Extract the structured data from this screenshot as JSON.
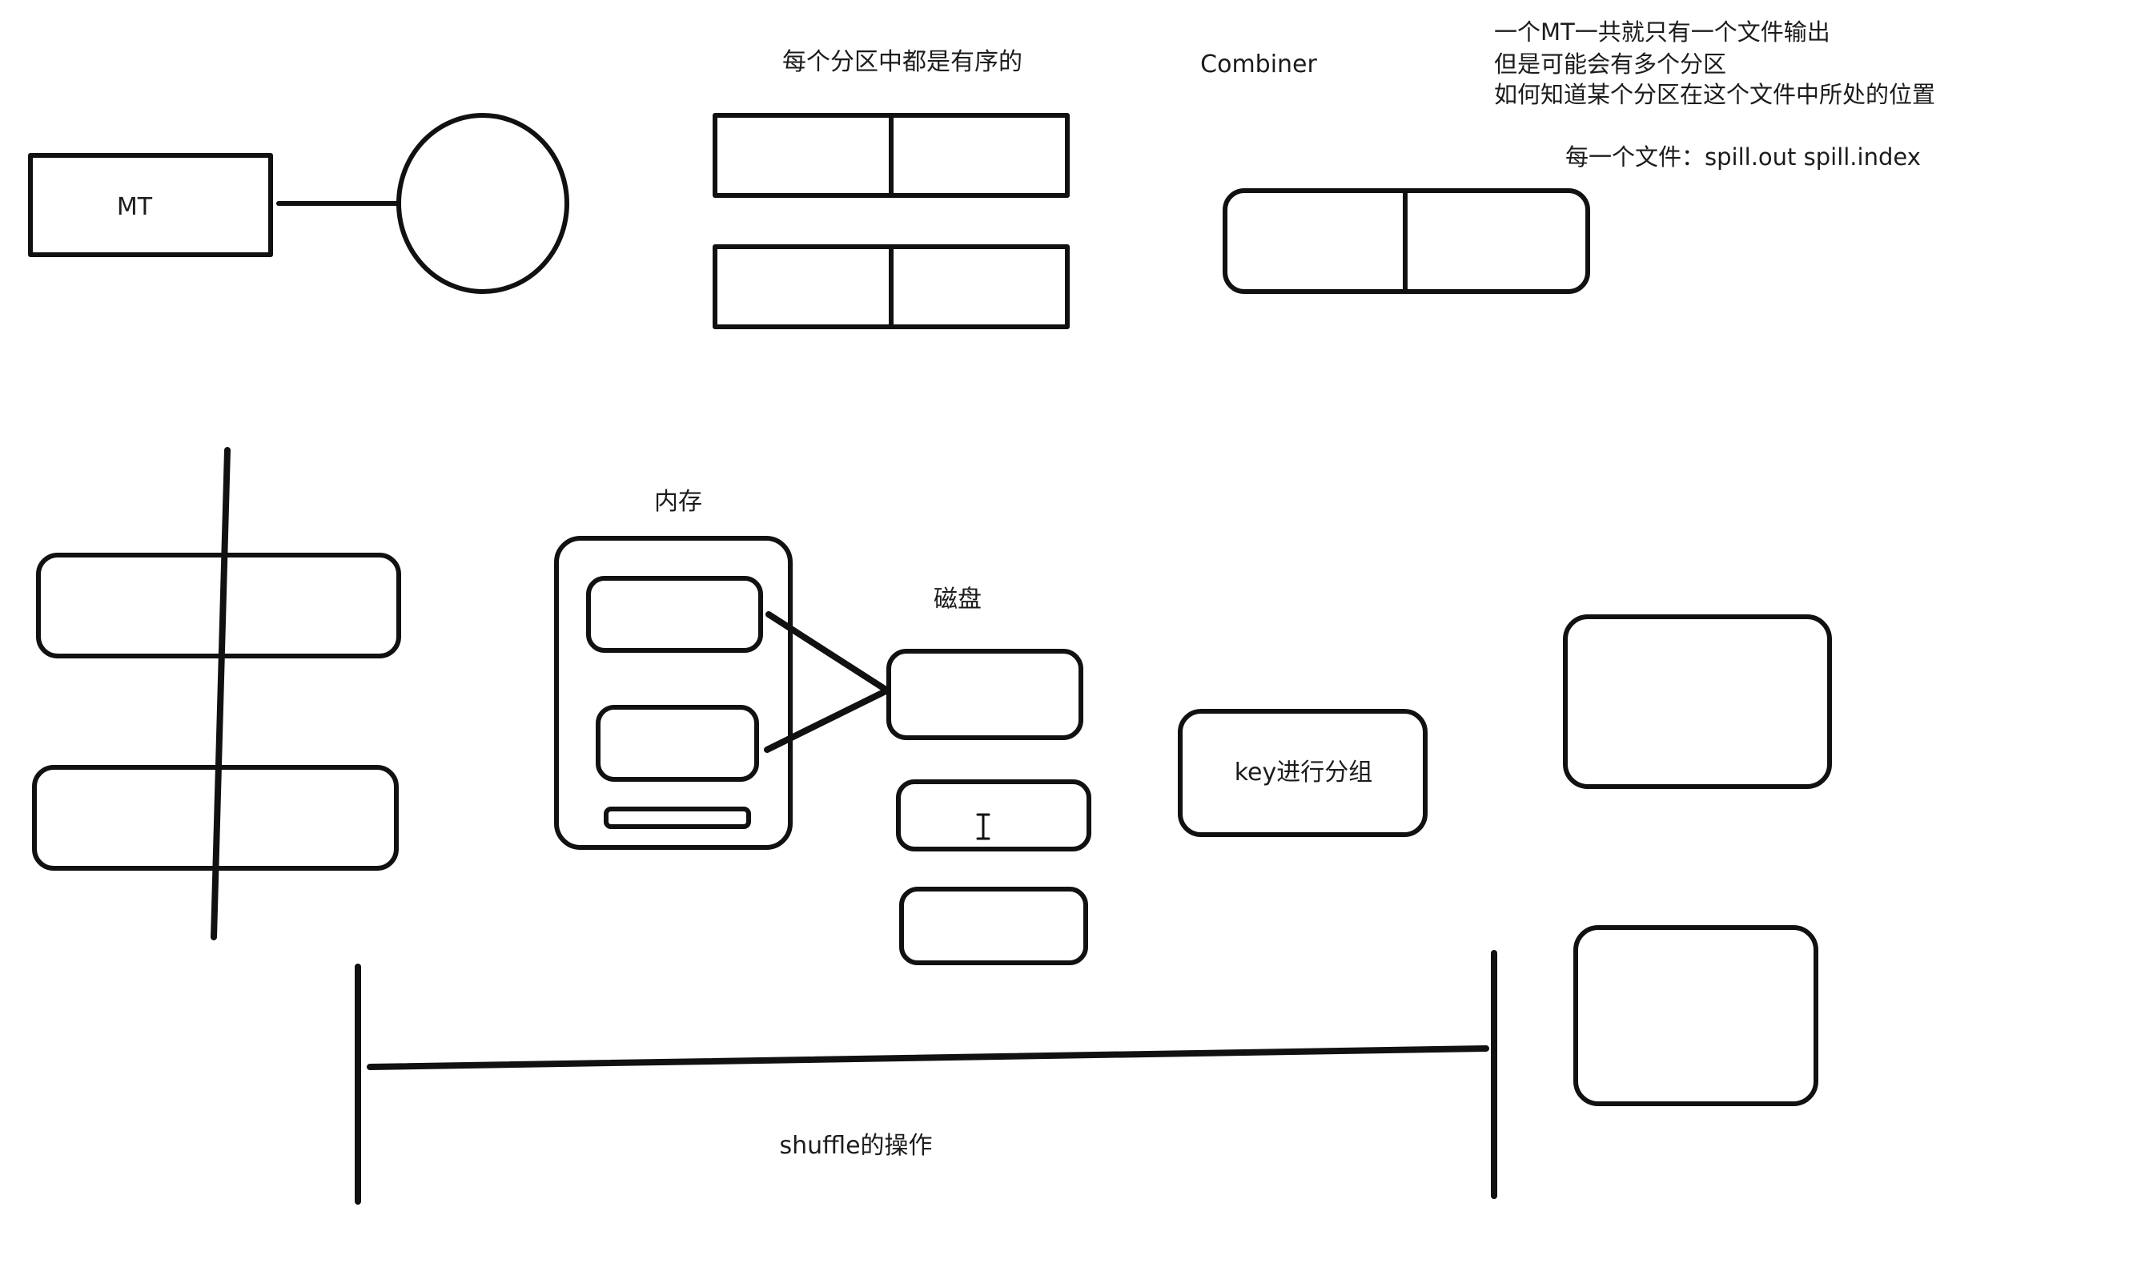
{
  "labels": {
    "mt": "MT",
    "sorted_partitions": "每个分区中都是有序的",
    "combiner": "Combiner",
    "notes": [
      "一个MT一共就只有一个文件输出",
      "但是可能会有多个分区",
      "如何知道某个分区在这个文件中所处的位置"
    ],
    "files_note": "每一个文件：spill.out   spill.index",
    "memory": "内存",
    "disk": "磁盘",
    "key_group": "key进行分组",
    "shuffle": "shuffle的操作"
  }
}
